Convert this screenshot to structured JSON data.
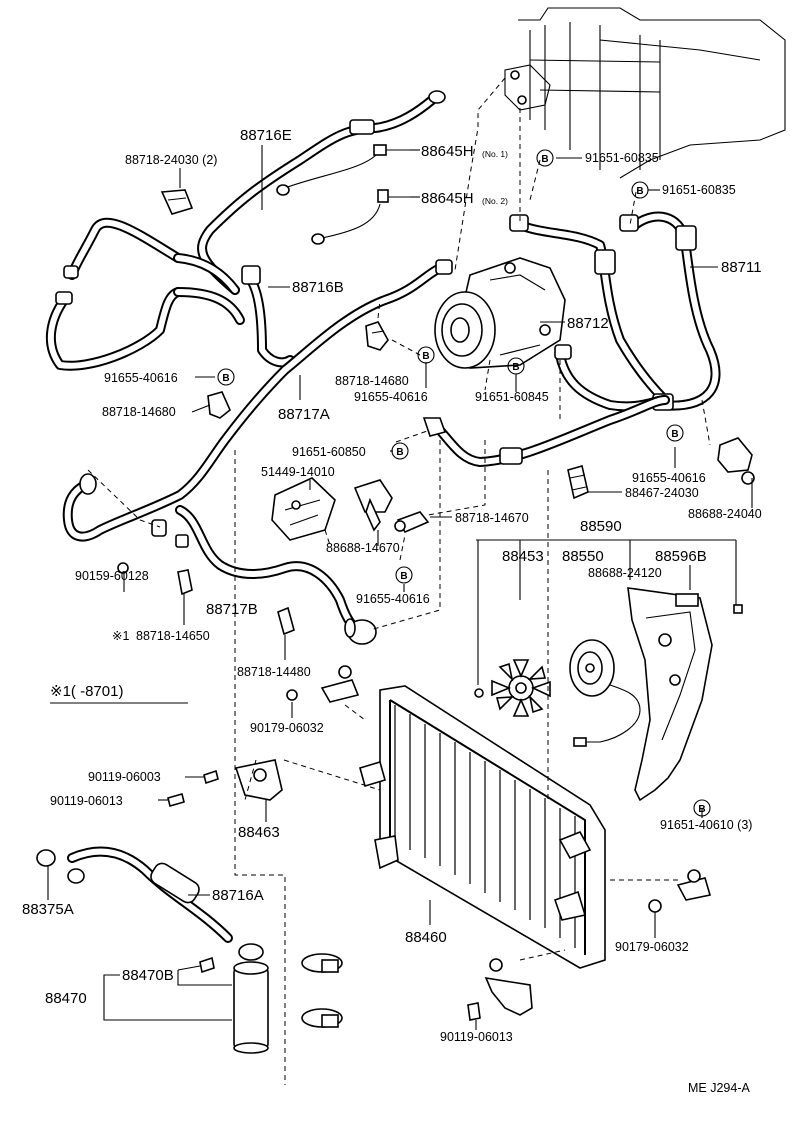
{
  "parts": {
    "p88716E": "88716E",
    "p88718_24030": "88718-24030 (2)",
    "p88645H_1": "88645H",
    "p88645H_1_note": "(No. 1)",
    "p88645H_2": "88645H",
    "p88645H_2_note": "(No. 2)",
    "p91651_60835_a": "91651-60835",
    "p91651_60835_b": "91651-60835",
    "p88711": "88711",
    "p88716B": "88716B",
    "p88712": "88712",
    "p91655_40616_a": "91655-40616",
    "p88718_14680_a": "88718-14680",
    "p88718_14680_b": "88718-14680",
    "p91655_40616_b": "91655-40616",
    "p91651_60845": "91651-60845",
    "p88717A": "88717A",
    "p91651_60850": "91651-60850",
    "p51449_14010": "51449-14010",
    "p91655_40616_c": "91655-40616",
    "p88467_24030": "88467-24030",
    "p88688_24040": "88688-24040",
    "p88718_14670": "88718-14670",
    "p88688_14670": "88688-14670",
    "p88590": "88590",
    "p88453": "88453",
    "p88550": "88550",
    "p88596B": "88596B",
    "p88688_24120": "88688-24120",
    "p91655_40616_d": "91655-40616",
    "p90159_60128": "90159-60128",
    "p88717B": "88717B",
    "p88718_14650": "88718-14650",
    "p88718_14650_mark": "※1",
    "p88718_14480": "88718-14480",
    "p90179_06032_a": "90179-06032",
    "p90119_06003": "90119-06003",
    "p90119_06013_a": "90119-06013",
    "p88463": "88463",
    "p91651_40610": "91651-40610 (3)",
    "p88375A": "88375A",
    "p88716A": "88716A",
    "p88460": "88460",
    "p90179_06032_b": "90179-06032",
    "p88470B": "88470B",
    "p88470": "88470",
    "p90119_06013_b": "90119-06013"
  },
  "note": "※1(      -8701)",
  "b_marker": "B",
  "footer": "ME  J294-A"
}
